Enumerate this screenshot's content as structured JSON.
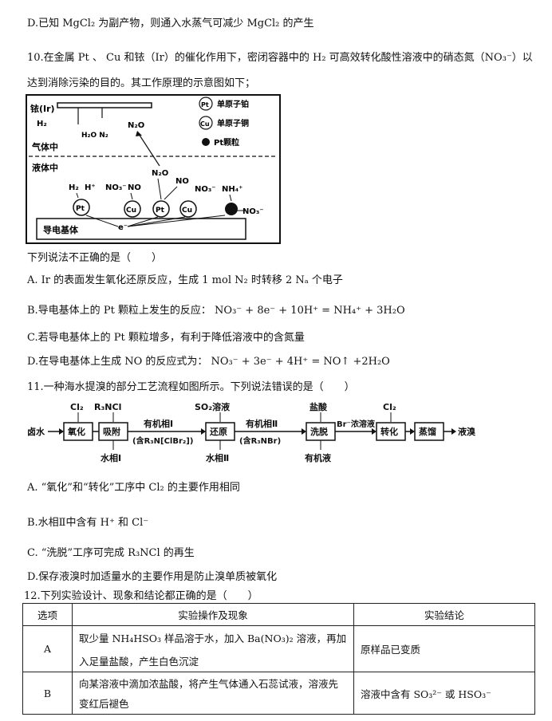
{
  "lines": {
    "q9d": "D.已知 MgCl₂ 为副产物，则通入水蒸气可减少 MgCl₂ 的产生",
    "q10_stem1": "10.在金属 Pt 、 Cu 和铱（Ir）的催化作用下，密闭容器中的 H₂ 可高效转化酸性溶液中的硝态氮（NO₃⁻）以",
    "q10_stem2": "达到消除污染的目的。其工作原理的示意图如下；",
    "q10_ask": "下列说法不正确的是（　　）",
    "q10a": "A. Ir 的表面发生氧化还原反应，生成 1 mol N₂ 时转移 2 Nₐ 个电子",
    "q10b": "B.导电基体上的 Pt 颗粒上发生的反应： NO₃⁻ + 8e⁻ + 10H⁺ = NH₄⁺ + 3H₂O",
    "q10c": "C.若导电基体上的 Pt 颗粒增多，有利于降低溶液中的含氮量",
    "q10d": "D.在导电基体上生成 NO 的反应式为： NO₃⁻ + 3e⁻ + 4H⁺ = NO↑ +2H₂O",
    "q11_stem": "11.一种海水提溴的部分工艺流程如图所示。下列说法错误的是（　　）",
    "q11a": "A. “氧化”和“转化”工序中 Cl₂ 的主要作用相同",
    "q11b": "B.水相Ⅱ中含有 H⁺ 和 Cl⁻",
    "q11c": "C. “洗脱”工序可完成 R₃NCl 的再生",
    "q11d": "D.保存液溴时加适量水的主要作用是防止溴单质被氧化",
    "q12_stem": "12.下列实验设计、现象和结论都正确的是（　　）"
  },
  "diagram1": {
    "ir_label": "铱(Ir)",
    "h2": "H₂",
    "h2o_n2": "H₂O N₂",
    "n2o_top": "N₂O",
    "legend_pt": "单原子铂",
    "legend_cu": "单原子铜",
    "legend_particle": "Pt颗粒",
    "legend_pt_sym": "Pt",
    "legend_cu_sym": "Cu",
    "gas": "气体中",
    "liquid": "液体中",
    "n2o_mid": "N₂O",
    "no_mid": "NO",
    "h2_l": "H₂",
    "hplus": "H⁺",
    "no3_a": "NO₃⁻",
    "no_a": "NO",
    "no3_b": "NO₃⁻",
    "nh4": "NH₄⁺",
    "no3_c": "NO₃⁻",
    "pt1": "Pt",
    "cu1": "Cu",
    "pt2": "Pt",
    "cu2": "Cu",
    "electron": "e⁻",
    "base": "导电基体"
  },
  "diagram2": {
    "seawater": "卤水",
    "cl2_1": "Cl₂",
    "r3ncl": "R₃NCl",
    "oxidize": "氧化",
    "adsorb": "吸附",
    "aq1": "水相Ⅰ",
    "org1": "有机相Ⅰ",
    "org1_sub": "(含R₃N[ClBr₂])",
    "so2": "SO₂溶液",
    "reduce": "还原",
    "aq2": "水相Ⅱ",
    "org2": "有机相Ⅱ",
    "org2_sub": "(含R₃NBr)",
    "hcl": "盐酸",
    "elute": "洗脱",
    "orgliq": "有机液",
    "br_sol": "Br⁻浓溶液",
    "cl2_2": "Cl₂",
    "convert": "转化",
    "distill": "蒸馏",
    "product": "液溴"
  },
  "table": {
    "headers": [
      "选项",
      "实验操作及现象",
      "实验结论"
    ],
    "rows": [
      {
        "opt": "A",
        "op1": "取少量 NH₄HSO₃ 样品溶于水，加入 Ba(NO₃)₂ 溶液，再加",
        "op2": "入足量盐酸，产生白色沉淀",
        "res": "原样品已变质"
      },
      {
        "opt": "B",
        "op1": "向某溶液中滴加浓盐酸，将产生气体通入石蕊试液，溶液先",
        "op2": "变红后褪色",
        "res": "溶液中含有 SO₃²⁻ 或 HSO₃⁻"
      }
    ]
  }
}
